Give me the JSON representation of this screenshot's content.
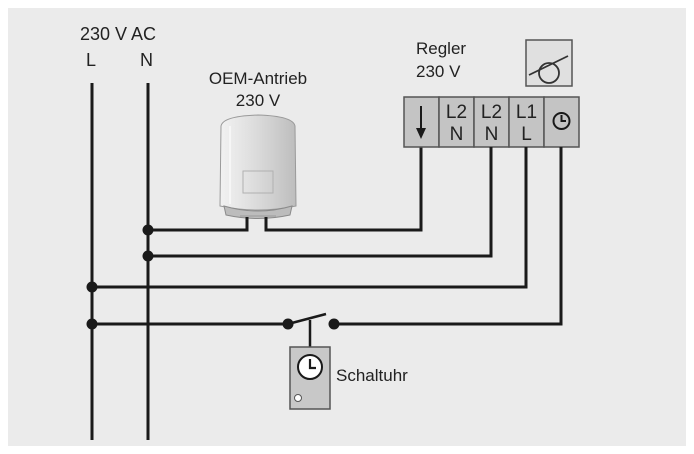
{
  "supply": {
    "title": "230 V AC",
    "line_label": "L",
    "neutral_label": "N"
  },
  "actuator": {
    "title": "OEM-Antrieb",
    "voltage": "230 V"
  },
  "controller": {
    "title": "Regler",
    "voltage": "230 V",
    "terminals": [
      {
        "top": "",
        "bottom": "",
        "icon": "down-arrow-icon"
      },
      {
        "top": "L2",
        "bottom": "N"
      },
      {
        "top": "L2",
        "bottom": "N"
      },
      {
        "top": "L1",
        "bottom": "L"
      },
      {
        "top": "",
        "bottom": "",
        "icon": "clock-icon"
      }
    ]
  },
  "timer": {
    "label": "Schaltuhr"
  },
  "colors": {
    "background": "#ebebeb",
    "wire": "#1a1a1a",
    "terminal_fill": "#c4c4c4",
    "terminal_border": "#555555",
    "actuator_body": "#dcdcdc"
  }
}
